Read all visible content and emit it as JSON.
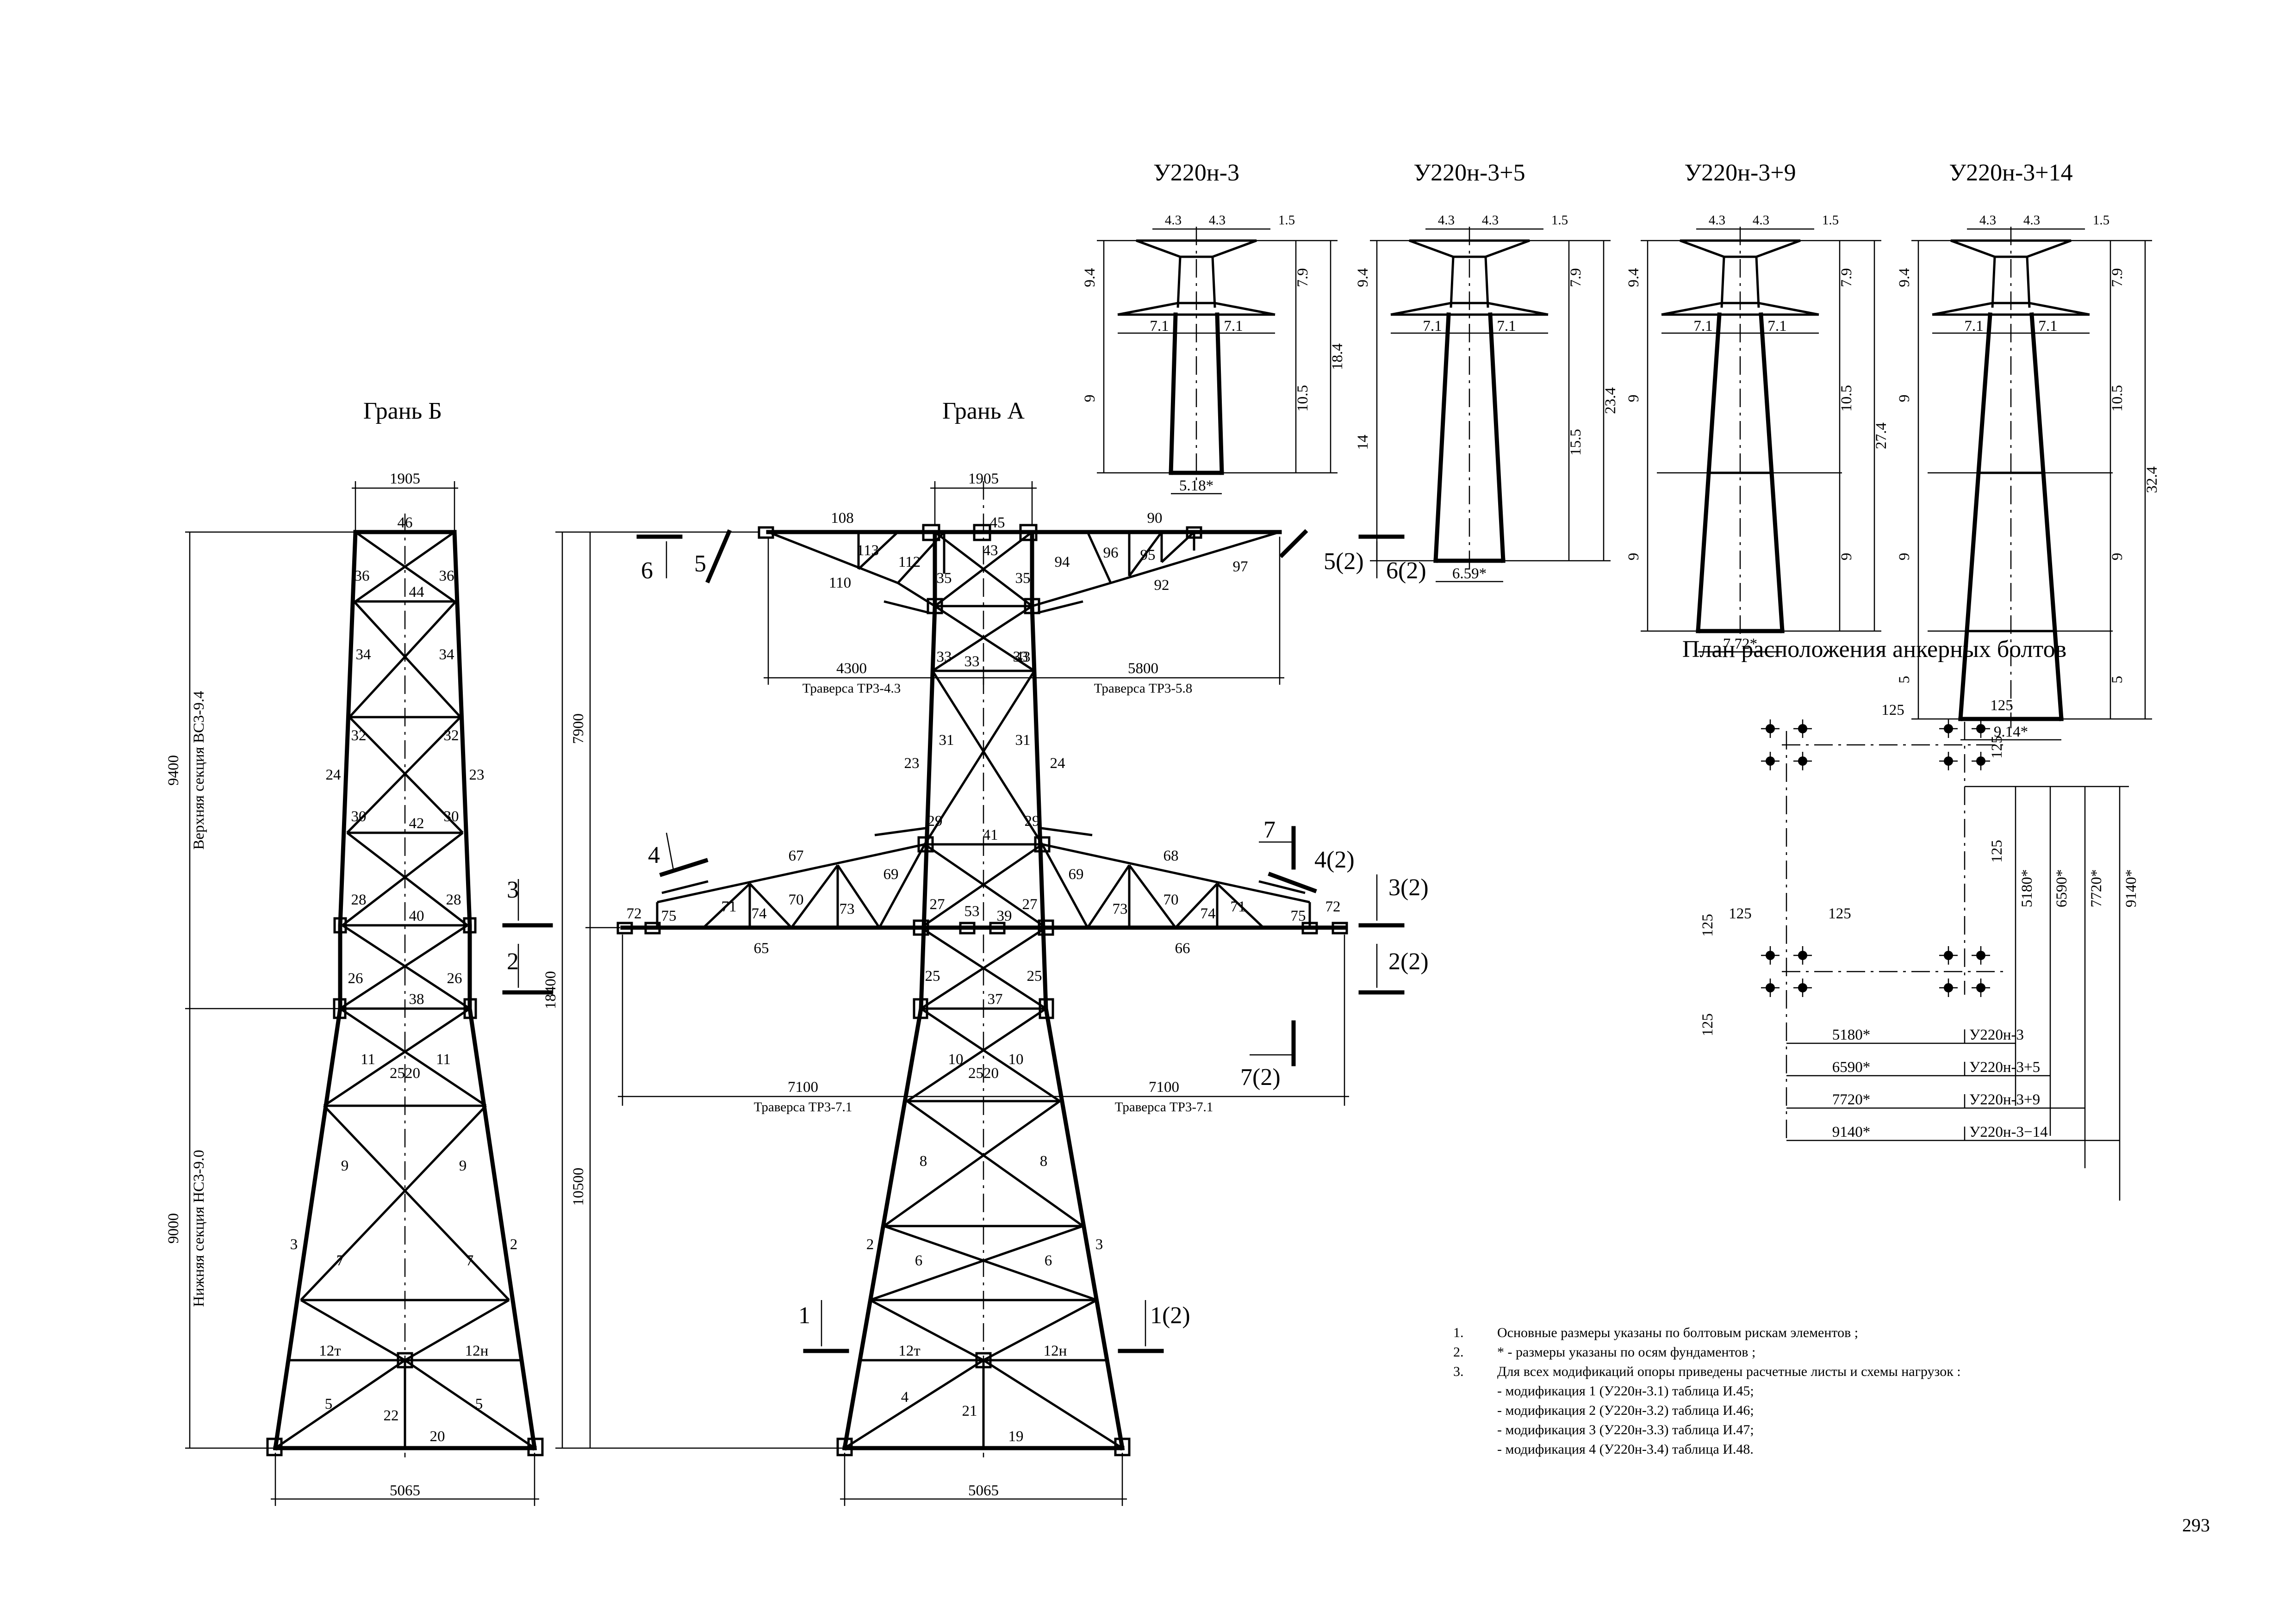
{
  "face_b": {
    "title": "Грань Б",
    "top_width": "1905",
    "base_width": "5065",
    "mid_width": "2520",
    "height_upper": "9400",
    "height_lower": "9000",
    "section_upper": "Верхняя секция ВС3-9.4",
    "section_lower": "Нижняя секция НС3-9.0",
    "elements": [
      "46",
      "36",
      "36",
      "44",
      "34",
      "34",
      "32",
      "32",
      "24",
      "23",
      "30",
      "30",
      "42",
      "28",
      "28",
      "40",
      "26",
      "26",
      "38",
      "11",
      "11",
      "9",
      "9",
      "3",
      "2",
      "7",
      "7",
      "12т",
      "12н",
      "5",
      "5",
      "22",
      "20"
    ],
    "section_marks": [
      "3",
      "2"
    ]
  },
  "face_a": {
    "title": "Грань А",
    "top_width": "1905",
    "base_width": "5065",
    "mid_width": "2520",
    "height_total": "18400",
    "height_upper": "7900",
    "height_lower": "10500",
    "upper_left_span": "4300",
    "upper_right_span": "5800",
    "upper_left_traverse": "Траверса ТР3-4.3",
    "upper_right_traverse": "Траверса ТР3-5.8",
    "lower_left_span": "7100",
    "lower_right_span": "7100",
    "lower_left_traverse": "Траверса ТР3-7.1",
    "lower_right_traverse": "Траверса ТР3-7.1",
    "upper_elements": [
      "108",
      "113",
      "112",
      "110",
      "45",
      "43",
      "35",
      "35",
      "33",
      "90",
      "94",
      "96",
      "95",
      "97",
      "92",
      "43"
    ],
    "lower_elements": [
      "67",
      "71",
      "74",
      "70",
      "73",
      "69",
      "65",
      "72",
      "75",
      "29",
      "41",
      "29",
      "27",
      "53",
      "39",
      "27",
      "68",
      "69",
      "73",
      "70",
      "74",
      "71",
      "75",
      "72",
      "66"
    ],
    "body_elements": [
      "33",
      "33",
      "31",
      "31",
      "23",
      "24",
      "25",
      "37",
      "25",
      "10",
      "10",
      "8",
      "8",
      "2",
      "3",
      "6",
      "6",
      "12т",
      "12н",
      "4",
      "21",
      "19"
    ],
    "marks": [
      "6",
      "5",
      "5(2)",
      "6(2)",
      "4",
      "7",
      "4(2)",
      "3(2)",
      "2(2)",
      "7(2)",
      "1",
      "1(2)"
    ]
  },
  "variants": [
    {
      "title": "У220н-3",
      "top": [
        "4.3",
        "4.3",
        "1.5"
      ],
      "arms": [
        "7.1",
        "7.1"
      ],
      "left_heights": [
        "9.4",
        "9"
      ],
      "right_heights": [
        "7.9",
        "10.5"
      ],
      "total": "18.4",
      "base": "5.18*"
    },
    {
      "title": "У220н-3+5",
      "top": [
        "4.3",
        "4.3",
        "1.5"
      ],
      "arms": [
        "7.1",
        "7.1"
      ],
      "left_heights": [
        "9.4",
        "14"
      ],
      "right_heights": [
        "7.9",
        "15.5"
      ],
      "total": "23.4",
      "base": "6.59*"
    },
    {
      "title": "У220н-3+9",
      "top": [
        "4.3",
        "4.3",
        "1.5"
      ],
      "arms": [
        "7.1",
        "7.1"
      ],
      "left_heights": [
        "9.4",
        "9",
        "9"
      ],
      "right_heights": [
        "7.9",
        "10.5",
        "9"
      ],
      "total": "27.4",
      "base": "7.72*"
    },
    {
      "title": "У220н-3+14",
      "top": [
        "4.3",
        "4.3",
        "1.5"
      ],
      "arms": [
        "7.1",
        "7.1"
      ],
      "left_heights": [
        "9.4",
        "9",
        "9",
        "5"
      ],
      "right_heights": [
        "7.9",
        "10.5",
        "9",
        "5"
      ],
      "total": "32.4",
      "base": "9.14*"
    }
  ],
  "bolt_plan": {
    "title": "План расположения анкерных болтов",
    "spacing": "125",
    "diag": [
      "5180*",
      "6590*",
      "7720*",
      "9140*"
    ],
    "rows": [
      {
        "dim": "5180*",
        "type": "У220н-3"
      },
      {
        "dim": "6590*",
        "type": "У220н-3+5"
      },
      {
        "dim": "7720*",
        "type": "У220н-3+9"
      },
      {
        "dim": "9140*",
        "type": "У220н-3−14"
      }
    ]
  },
  "notes": [
    {
      "n": "1.",
      "text": "Основные размеры указаны по болтовым рискам элементов ;"
    },
    {
      "n": "2.",
      "text": "* - размеры указаны по осям фундаментов ;"
    },
    {
      "n": "3.",
      "text": "Для всех модификаций опоры приведены расчетные листы и схемы нагрузок :"
    },
    {
      "n": "",
      "text": "- модификация 1 (У220н-3.1) таблица И.45;"
    },
    {
      "n": "",
      "text": "- модификация 2 (У220н-3.2) таблица И.46;"
    },
    {
      "n": "",
      "text": "- модификация 3 (У220н-3.3) таблица И.47;"
    },
    {
      "n": "",
      "text": "- модификация 4 (У220н-3.4) таблица И.48."
    }
  ],
  "page_number": "293"
}
